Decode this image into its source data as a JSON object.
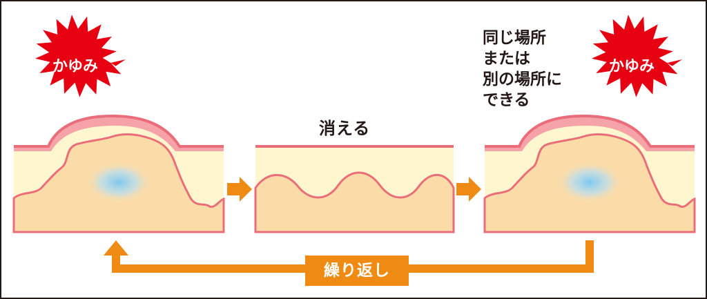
{
  "labels": {
    "itch_left": "かゆみ",
    "itch_right": "かゆみ",
    "disappear": "消える",
    "recur_lines": [
      "同じ場所",
      "または",
      "別の場所に",
      "できる"
    ],
    "repeat": "繰り返し"
  },
  "colors": {
    "outline": "#231815",
    "burst": "#e60012",
    "skin_surface": "#f5a3a8",
    "skin_line": "#ea6d7a",
    "epidermis": "#fdf6cf",
    "dermis": "#fbdca9",
    "inflammation": "#7dc8ef",
    "arrow": "#ef8a12"
  },
  "icons": {
    "itch_burst": "spiky-burst-icon",
    "flow_arrow": "right-arrow-icon",
    "repeat_arrow": "loop-back-arrow-icon"
  }
}
